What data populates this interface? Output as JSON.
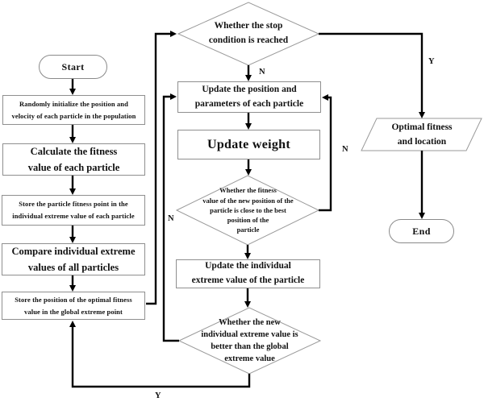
{
  "figure": {
    "nodes": {
      "start": "Start",
      "init": "Randomly initialize the position and\nvelocity of each particle in the population",
      "calc_fitness": "Calculate the fitness\nvalue of each particle",
      "store_individual": "Store the particle fitness point in the\nindividual extreme value of each particle",
      "compare": "Compare individual extreme\nvalues of all particles",
      "store_global": "Store the position of the optimal fitness\nvalue in the global extreme point",
      "stop_condition": "Whether the stop\ncondition is reached",
      "update_position": "Update the position and\nparameters of each particle",
      "update_weight": "Update weight",
      "fitness_close": "Whether the fitness\nvalue of the new position of the\nparticle is close to the best\nposition of the\nparticle",
      "update_individual": "Update the individual\nextreme value of the particle",
      "new_better": "Whether the new\nindividual extreme value is\nbetter than the global\nextreme value",
      "optimal_output": "Optimal fitness\nand location",
      "end": "End"
    },
    "branch_labels": {
      "stop_no": "N",
      "stop_yes": "Y",
      "fitness_close_no": "N",
      "new_better_no": "N",
      "new_better_yes": "Y"
    },
    "colors": {
      "line": "#000000",
      "shape_border": "#8f8f8f",
      "text": "#111111",
      "background": "#ffffff"
    }
  }
}
